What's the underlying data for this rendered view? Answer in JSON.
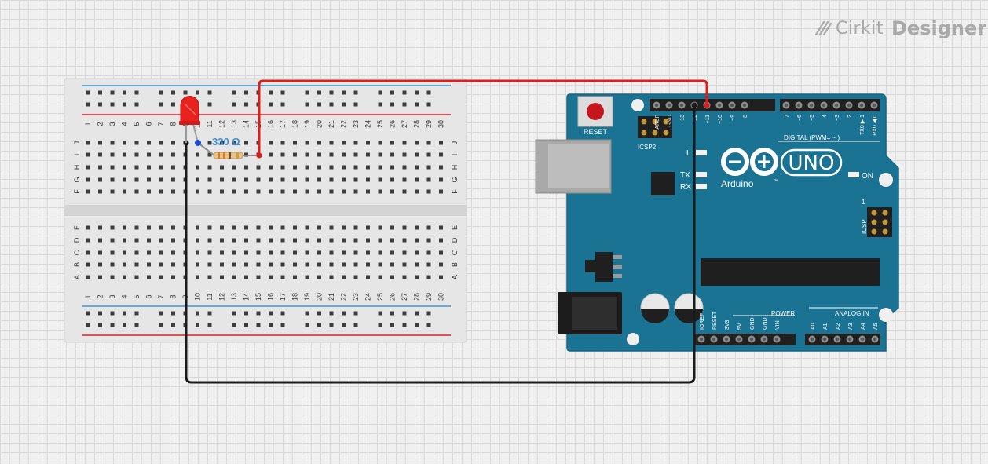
{
  "logo": {
    "brand": "Cirkit",
    "product": "Designer"
  },
  "breadboard": {
    "columns": [
      "1",
      "2",
      "3",
      "4",
      "5",
      "6",
      "7",
      "8",
      "9",
      "10",
      "11",
      "12",
      "13",
      "14",
      "15",
      "16",
      "17",
      "18",
      "19",
      "20",
      "21",
      "22",
      "23",
      "24",
      "25",
      "26",
      "27",
      "28",
      "29",
      "30"
    ],
    "upper_rows": [
      "J",
      "I",
      "H",
      "G",
      "F"
    ],
    "lower_rows": [
      "E",
      "D",
      "C",
      "B",
      "A"
    ]
  },
  "resistor": {
    "label": "330 Ω"
  },
  "arduino": {
    "reset_label": "RESET",
    "icsp2_label": "ICSP2",
    "icsp_label": "ICSP",
    "icsp_pin1": "1",
    "digital_label": "DIGITAL (PWM= ~ )",
    "header_left_pins": [
      "AREF",
      "GND",
      "13",
      "12",
      "~11",
      "~10",
      "~9",
      "8"
    ],
    "header_right_pins": [
      "7",
      "~6",
      "~5",
      "4",
      "~3",
      "2",
      "TX0 ▶ 1",
      "RX0 ◀ 0"
    ],
    "led_labels": {
      "l": "L",
      "tx": "TX",
      "rx": "RX",
      "on": "ON"
    },
    "brand_text": "Arduino",
    "model_text": "UNO",
    "tm": "™",
    "power_label": "POWER",
    "power_pins": [
      "IOREF",
      "RESET",
      "3V3",
      "5V",
      "GND",
      "GND",
      "VIN"
    ],
    "analog_label": "ANALOG IN",
    "analog_pins": [
      "A0",
      "A1",
      "A2",
      "A3",
      "A4",
      "A5"
    ]
  },
  "colors": {
    "board": "#1b7394",
    "board_edge": "#166584",
    "breadboard": "#e6e6e6",
    "rail_red": "#d9232a",
    "rail_blue": "#3a95d0",
    "wire_red": "#e01d1d",
    "wire_black": "#1a1a1a",
    "led_red": "#e8221f",
    "resistor_label": "#3f8fd8"
  },
  "icons": {
    "logo_icon": "cirkit-slash-icon"
  }
}
